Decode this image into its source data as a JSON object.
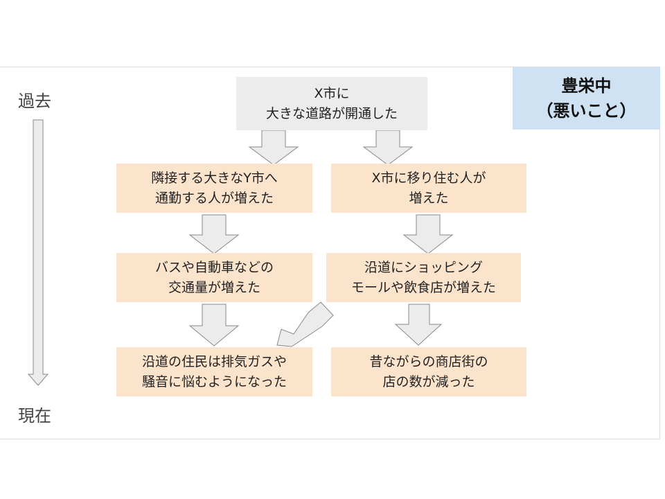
{
  "title": {
    "line1": "豊栄中",
    "line2": "（悪いこと）"
  },
  "timeline": {
    "past": "過去",
    "present": "現在"
  },
  "boxes": {
    "top": "X市に\n大きな道路が開通した",
    "l1": "隣接する大きなY市へ\n通勤する人が増えた",
    "r1": "X市に移り住む人が\n増えた",
    "l2": "バスや自動車などの\n交通量が増えた",
    "r2": "沿道にショッピング\nモールや飲食店が増えた",
    "l3": "沿道の住民は排気ガスや\n騒音に悩むようになった",
    "r3": "昔ながらの商店街の\n店の数が減った"
  },
  "colors": {
    "peach": "#fce4cc",
    "gray": "#ececec",
    "title_bg": "#cfe2f3"
  }
}
